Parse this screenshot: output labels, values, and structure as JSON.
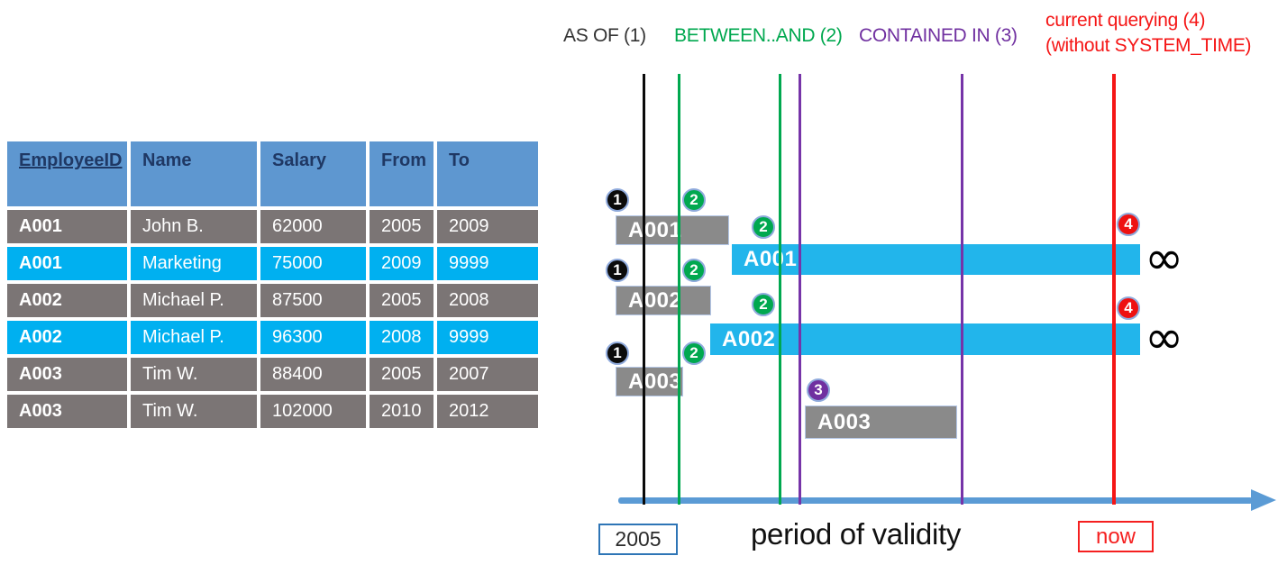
{
  "legend": {
    "as_of": "AS OF (1)",
    "between_and": "BETWEEN..AND (2)",
    "contained_in": "CONTAINED IN (3)",
    "current_querying_line1": "current querying (4)",
    "current_querying_line2": "(without SYSTEM_TIME)"
  },
  "table": {
    "headers": [
      "EmployeeID",
      "Name",
      "Salary",
      "From",
      "To"
    ],
    "rows": [
      {
        "cells": [
          "A001",
          "John B.",
          "62000",
          "2005",
          "2009"
        ],
        "highlight": false
      },
      {
        "cells": [
          "A001",
          "Marketing",
          "75000",
          "2009",
          "9999"
        ],
        "highlight": true
      },
      {
        "cells": [
          "A002",
          "Michael P.",
          "87500",
          "2005",
          "2008"
        ],
        "highlight": false
      },
      {
        "cells": [
          "A002",
          "Michael P.",
          "96300",
          "2008",
          "9999"
        ],
        "highlight": true
      },
      {
        "cells": [
          "A003",
          "Tim W.",
          "88400",
          "2005",
          "2007"
        ],
        "highlight": false
      },
      {
        "cells": [
          "A003",
          "Tim W.",
          "102000",
          "2010",
          "2012"
        ],
        "highlight": false
      }
    ]
  },
  "diagram": {
    "bars": [
      {
        "label": "A001",
        "style": "gray",
        "open_ended": false
      },
      {
        "label": "A001",
        "style": "cyan",
        "open_ended": true
      },
      {
        "label": "A002",
        "style": "gray",
        "open_ended": false
      },
      {
        "label": "A002",
        "style": "cyan",
        "open_ended": true
      },
      {
        "label": "A003",
        "style": "gray",
        "open_ended": false
      },
      {
        "label": "A003",
        "style": "gray",
        "open_ended": false
      }
    ],
    "badges": [
      {
        "n": "1",
        "color": "black"
      },
      {
        "n": "2",
        "color": "green"
      },
      {
        "n": "2",
        "color": "green"
      },
      {
        "n": "1",
        "color": "black"
      },
      {
        "n": "2",
        "color": "green"
      },
      {
        "n": "2",
        "color": "green"
      },
      {
        "n": "1",
        "color": "black"
      },
      {
        "n": "2",
        "color": "green"
      },
      {
        "n": "3",
        "color": "purple"
      },
      {
        "n": "4",
        "color": "red"
      },
      {
        "n": "4",
        "color": "red"
      }
    ],
    "infinity_symbol": "∞",
    "axis": {
      "start_label": "2005",
      "title": "period of validity",
      "now_label": "now"
    }
  },
  "colors": {
    "header_blue": "#5E97D0",
    "header_text_navy": "#1F3864",
    "row_gray": "#7B7575",
    "row_cyan": "#00B0F0",
    "bar_gray": "#8A8A8A",
    "bar_cyan": "#22B5EB",
    "green": "#00A84F",
    "purple": "#7030A0",
    "red": "#F51616",
    "axis_blue": "#5B9BD5"
  }
}
